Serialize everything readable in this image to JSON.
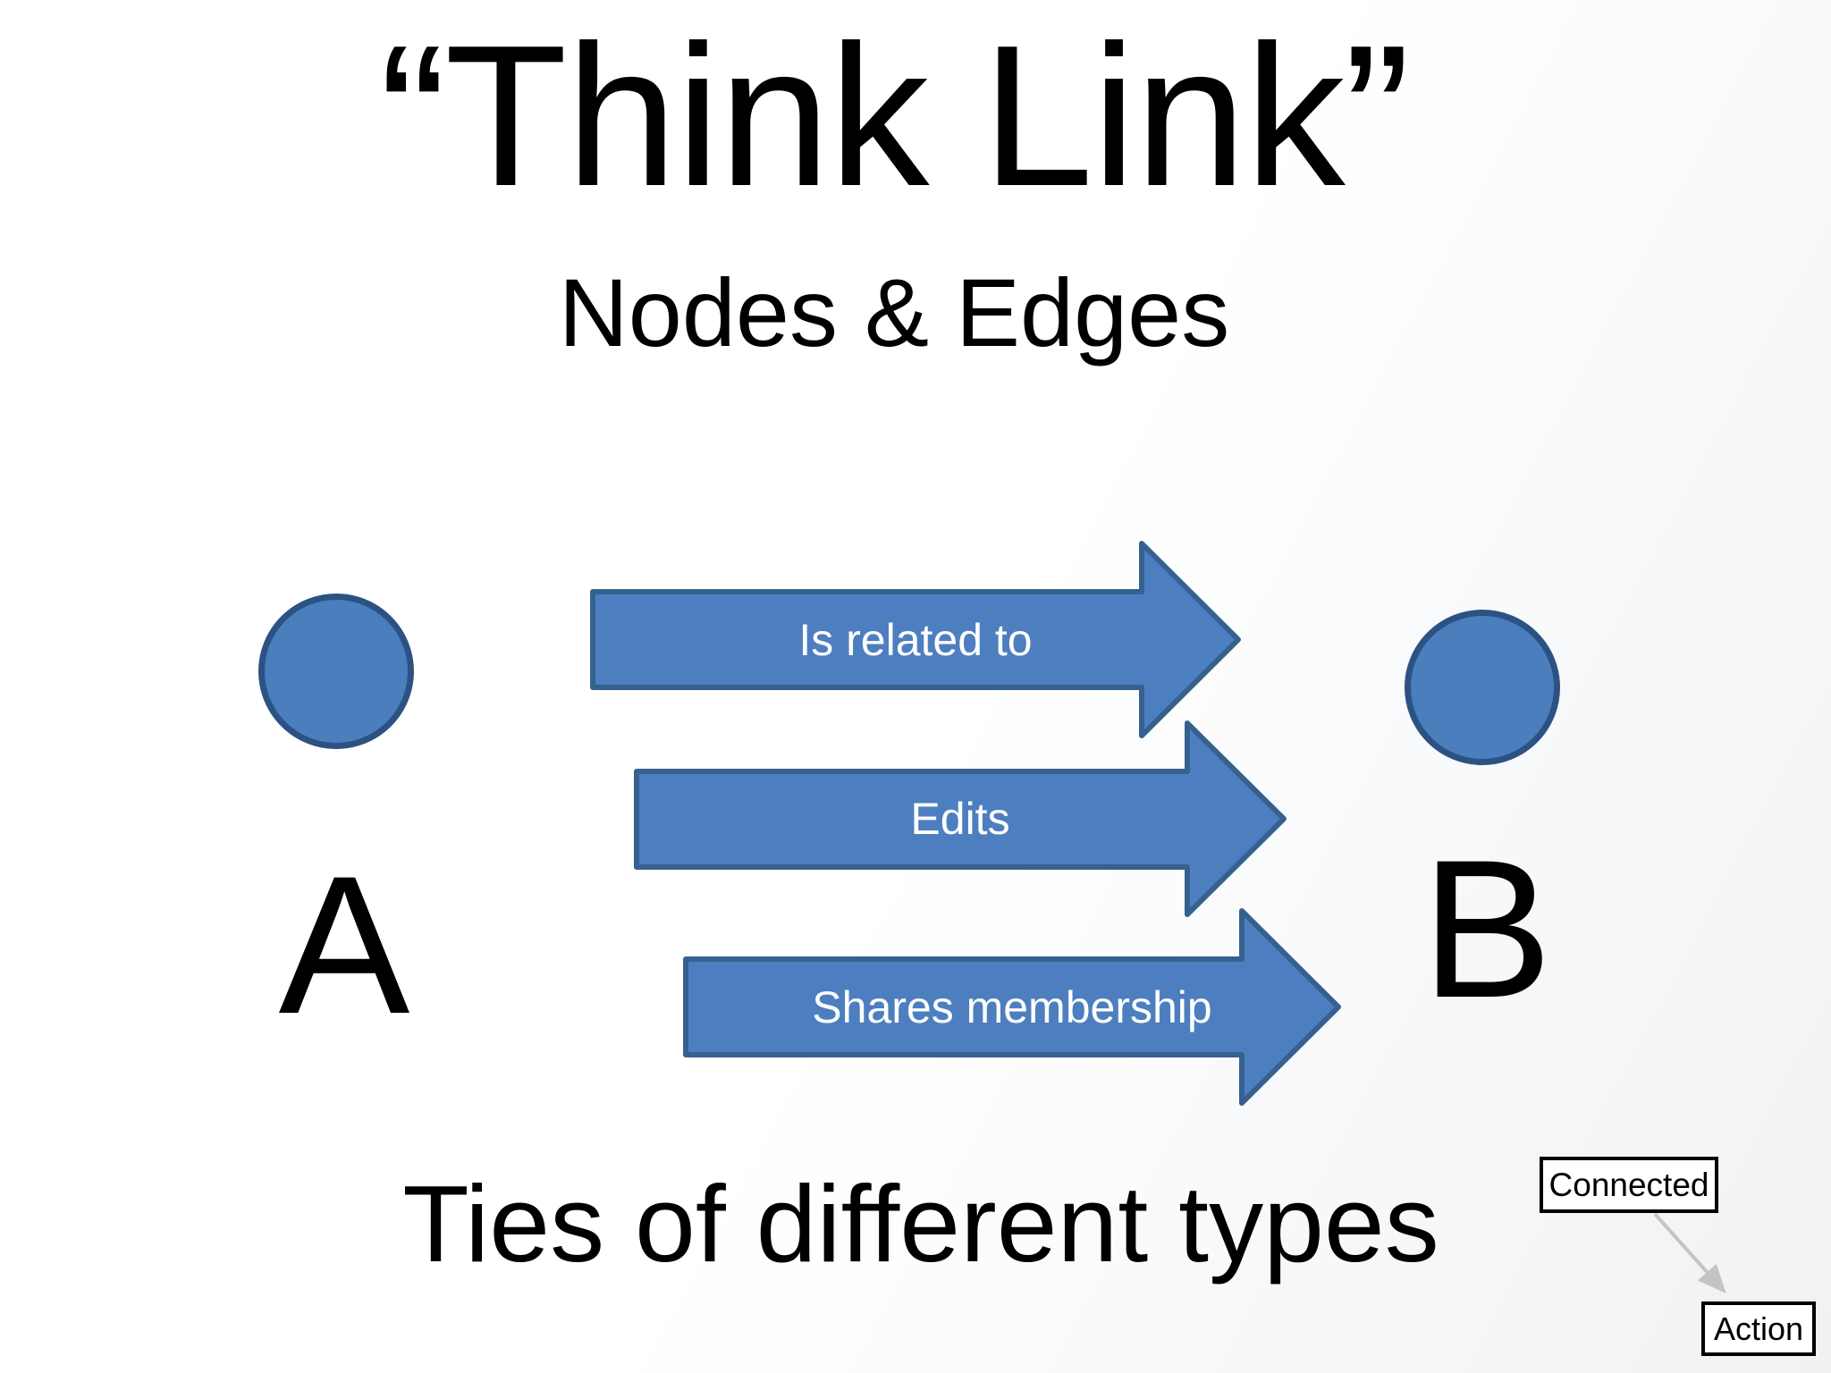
{
  "slide": {
    "title": "“Think Link”",
    "subtitle": "Nodes & Edges",
    "caption": "Ties of different types",
    "node_a": {
      "label": "A"
    },
    "node_b": {
      "label": "B"
    },
    "edges": [
      {
        "label": "Is related to"
      },
      {
        "label": "Edits"
      },
      {
        "label": "Shares membership"
      }
    ],
    "legend": {
      "connected": "Connected",
      "action": "Action"
    },
    "colors": {
      "arrow_fill": "#4d7fc0",
      "arrow_stroke": "#36618f",
      "node_fill": "#4a7ebc",
      "node_stroke": "#2c5283",
      "connector_gray": "#c4c4c4",
      "text_black": "#000000",
      "label_white": "#ffffff"
    }
  }
}
